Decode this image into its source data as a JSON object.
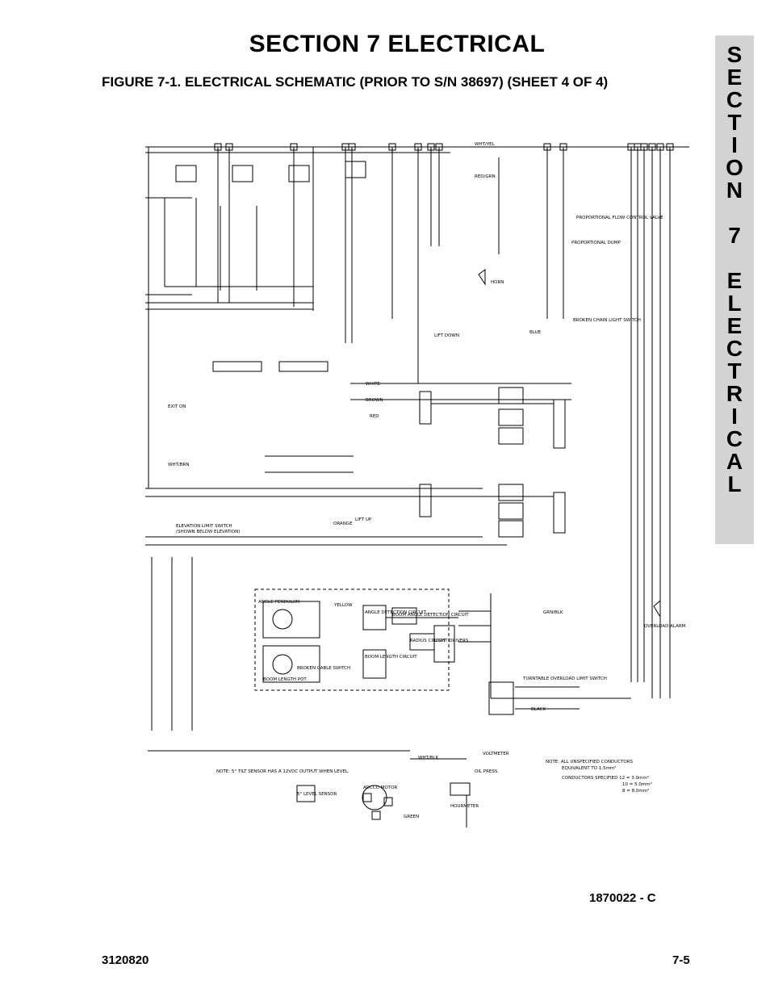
{
  "page": {
    "section_title": "SECTION 7  ELECTRICAL",
    "figure_title": "FIGURE 7-1.   ELECTRICAL SCHEMATIC (PRIOR TO S/N 38697) (SHEET 4 OF 4)",
    "side_tab_letters": [
      "S",
      "E",
      "C",
      "T",
      "I",
      "O",
      "N",
      "",
      "7",
      "",
      "E",
      "L",
      "E",
      "C",
      "T",
      "R",
      "I",
      "C",
      "A",
      "L"
    ],
    "drawing_number": "1870022 - C",
    "doc_number": "3120820",
    "page_number": "7-5"
  },
  "schematic": {
    "labels": {
      "lift_down": "LIFT DOWN",
      "lift_up": "LIFT UP",
      "elevation_limit": "ELEVATION LIMIT SWITCH",
      "elevation_limit_sub": "(SHOWN BELOW ELEVATION)",
      "exit_on": "EXIT ON",
      "angle_pendulum": "ANGLE PENDULUM",
      "boom_length_pot": "BOOM LENGTH POT.",
      "broken_cable": "BROKEN CABLE SWITCH",
      "angle_detection": "ANGLE DETECTION CIRCUIT",
      "boom_length_circuit": "BOOM LENGTH CIRCUIT",
      "boom_angle_detection": "BOOM ANGLE DETECTION CIRCUIT",
      "radius_circuit": "RADIUS CIRCUIT",
      "light_drivers": "LIGHT DRIVERS",
      "overload_alarm": "OVERLOAD ALARM",
      "turntable_overload": "TURNTABLE OVERLOAD LIMIT SWITCH",
      "voltmeter": "VOLTMETER",
      "oil_press": "OIL PRESS.",
      "hourmeter": "HOURMETER",
      "level_sensor": "5° LEVEL SENSOR",
      "adcco_motor": "ADCCO MOTOR",
      "prop_flow": "PROPORTIONAL FLOW CONTROL VALVE",
      "prop_dump": "PROPORTIONAL DUMP",
      "broken_chain": "BROKEN CHAIN LIGHT SWITCH",
      "horn": "HORN",
      "tilt_note": "NOTE: 5° TILT SENSOR HAS A 12VDC OUTPUT WHEN LEVEL.",
      "conductor_note_1": "NOTE: ALL UNSPECIFIED CONDUCTORS",
      "conductor_note_2": "EQUIVALENT TO 1.5mm²",
      "conductor_note_3": "CONDUCTORS SPECIFIED 12 = 3.0mm²",
      "conductor_note_4": "10 = 5.0mm²",
      "conductor_note_5": "8 = 8.0mm²",
      "wht_yel": "WHT/YEL",
      "red_grn": "RED/GRN",
      "blue": "BLUE",
      "white": "WHITE",
      "brown": "BROWN",
      "red": "RED",
      "black": "BLACK",
      "orange": "ORANGE",
      "yellow": "YELLOW",
      "green": "GREEN",
      "wht_brn": "WHT/BRN",
      "grn_blk": "GRN/BLK",
      "wht_blk": "WHT/BLK"
    }
  }
}
